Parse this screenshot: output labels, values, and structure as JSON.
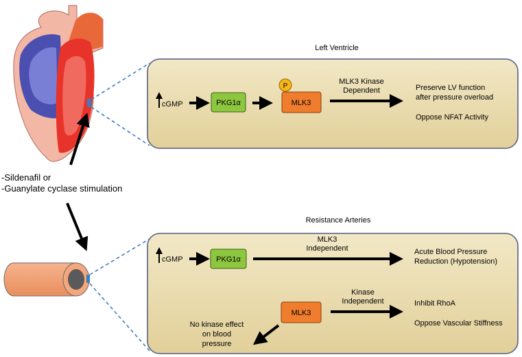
{
  "left_ventricle": {
    "title": "Left Ventricle",
    "cgmp": "cGMP",
    "pkg": "PKG1α",
    "phospho": "P",
    "mlk3": "MLK3",
    "arrow_label_1": "MLK3 Kinase",
    "arrow_label_2": "Dependent",
    "outcome_1a": "Preserve LV function",
    "outcome_1b": "after pressure overload",
    "outcome_2": "Oppose NFAT Activity"
  },
  "stimulus": {
    "line_1": "-Sildenafil or",
    "line_2": "-Guanylate cyclase stimulation"
  },
  "resistance_arteries": {
    "title": "Resistance Arteries",
    "cgmp": "cGMP",
    "pkg": "PKG1α",
    "top_label_1": "MLK3",
    "top_label_2": "Independent",
    "top_outcome_1": "Acute Blood Pressure",
    "top_outcome_2": "Reduction (Hypotension)",
    "mlk3": "MLK3",
    "kinase_label_1": "Kinase",
    "kinase_label_2": "Independent",
    "outcome_1": "Inhibit RhoA",
    "outcome_2": "Oppose Vascular Stiffness",
    "no_effect_1": "No kinase effect",
    "no_effect_2": "on blood",
    "no_effect_3": "pressure"
  },
  "colors": {
    "panel_fill": "#eadcb0",
    "panel_stroke": "#6b6f8a",
    "pkg_fill": "#8dc63f",
    "mlk3_fill": "#ef7d2d",
    "phospho_fill": "#f7b519",
    "heart_red": "#e8332a",
    "heart_blue": "#5b5bb5",
    "vessel_fill": "#f4a77c",
    "dash_blue": "#3a7fc1"
  }
}
